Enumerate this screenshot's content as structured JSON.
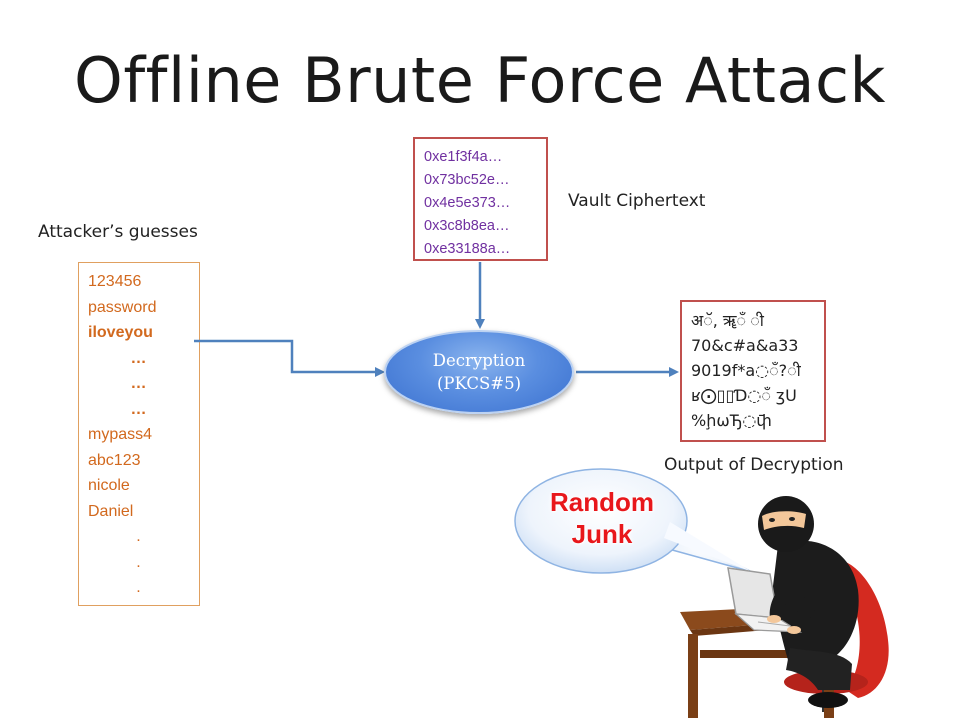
{
  "title": "Offline Brute Force Attack",
  "labels": {
    "guesses": "Attacker’s guesses",
    "vault": "Vault Ciphertext",
    "output": "Output of Decryption"
  },
  "guesses": [
    "123456",
    "password",
    "iloveyou",
    "…",
    "…",
    "…",
    "mypass4",
    "abc123",
    "nicole",
    "Daniel",
    ".",
    ".",
    "."
  ],
  "ciphertext": [
    "0xe1f3f4a…",
    "0x73bc52e…",
    "0x4e5e373…",
    "0x3c8b8ea…",
    "0xe33188a…"
  ],
  "decryption": {
    "line1": "Decryption",
    "line2": "(PKCS#5)"
  },
  "output_lines": [
    "अॅ⁠, ॠ◌ँ ी",
    "70&c#a&a33",
    "9019f*a◌ँ?◌ी",
    "ʁ⨀▯▯Ɗ◌ँ ʒU",
    "%ḩ⍵Ђ◌ֿփ"
  ],
  "bubble": {
    "line1": "Random",
    "line2": "Junk"
  },
  "colors": {
    "guess_text": "#d2691e",
    "cipher_text": "#7030a0",
    "box_border": "#c0504d",
    "arrow": "#4f81bd",
    "bubble_text": "#e8171b"
  }
}
